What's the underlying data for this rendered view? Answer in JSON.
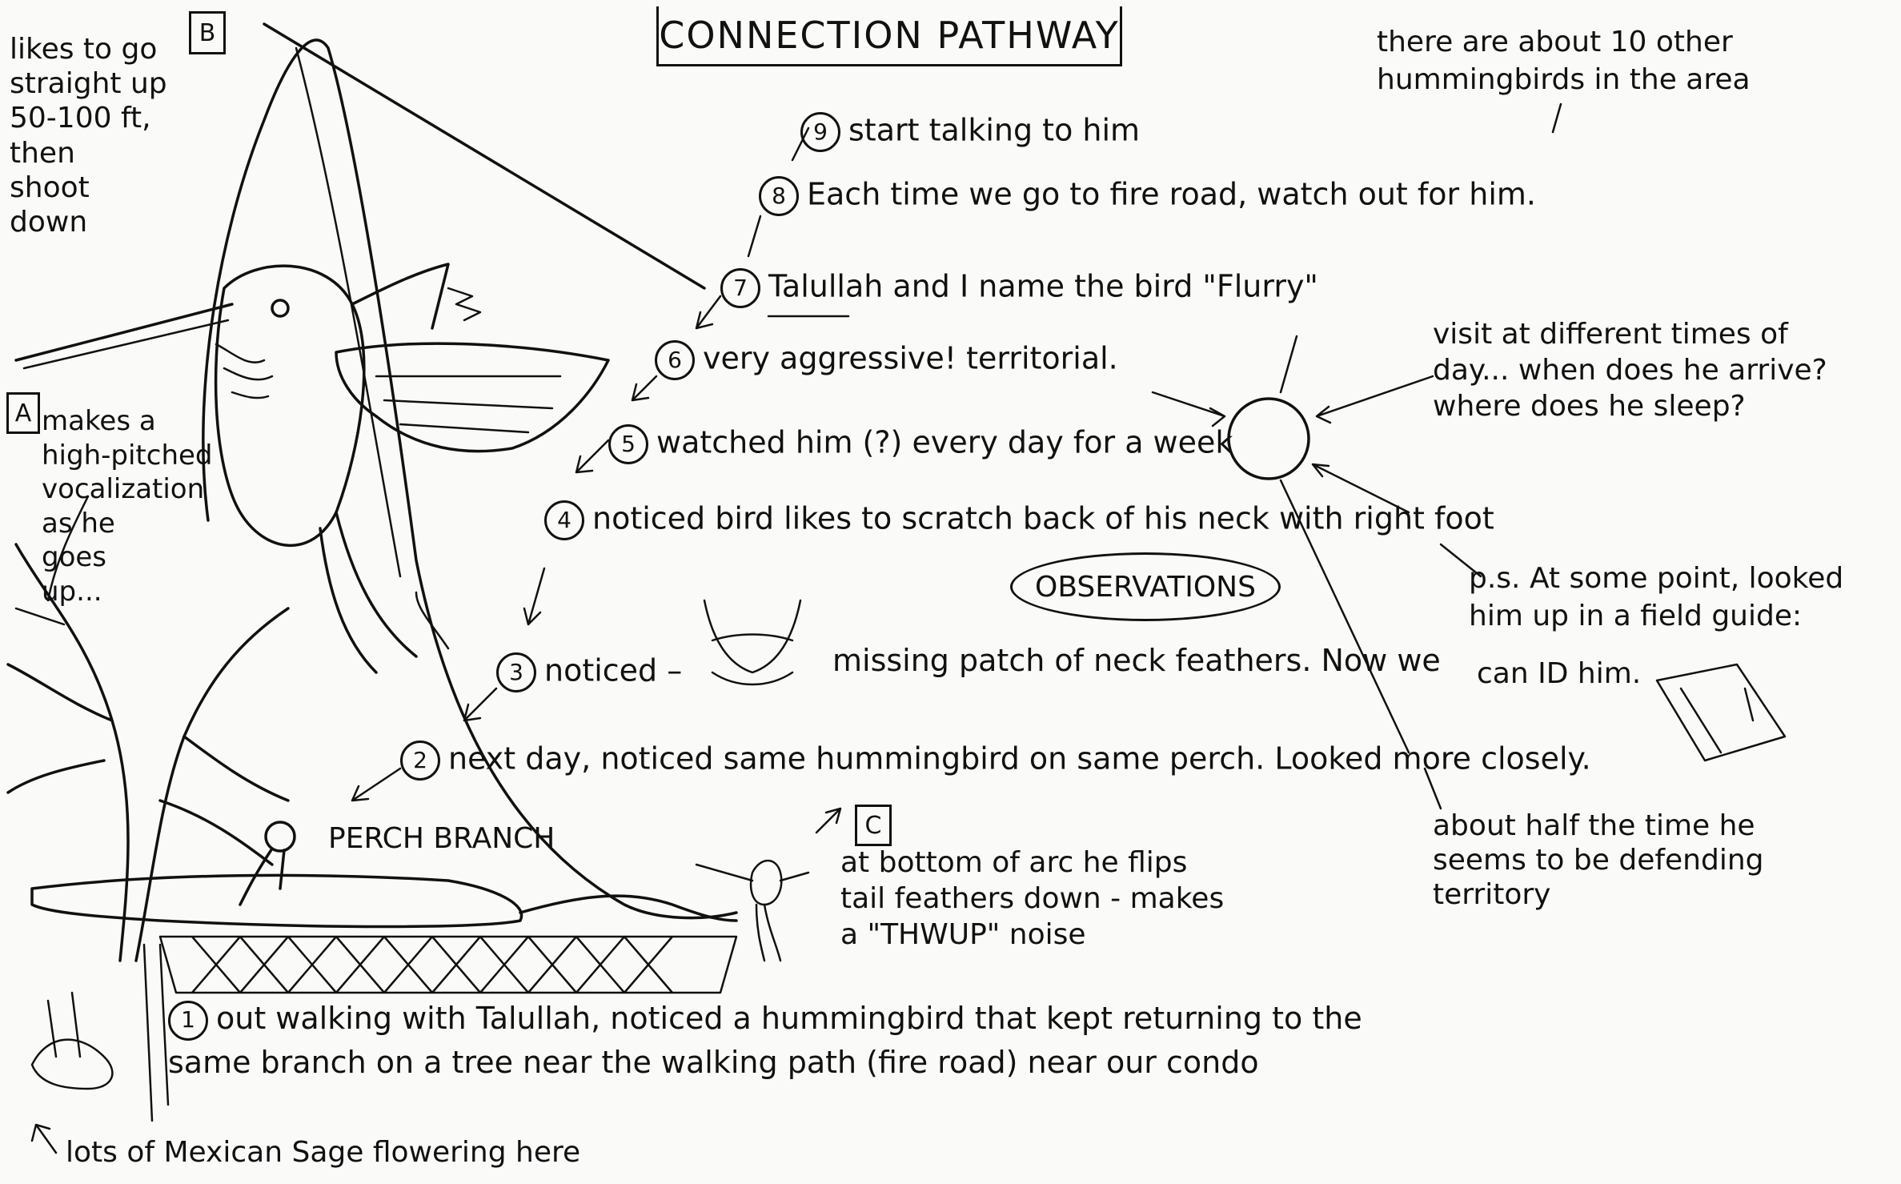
{
  "title": "CONNECTION PATHWAY",
  "observations_label": "OBSERVATIONS",
  "marker_a": "A",
  "marker_b": "B",
  "marker_c": "C",
  "perch_label": "PERCH BRANCH",
  "steps": [
    {
      "num": "1",
      "text": "out walking with Talullah, noticed a hummingbird that kept returning to the\nsame branch on a tree near the walking path (fire road) near our condo"
    },
    {
      "num": "2",
      "text": "next day, noticed same hummingbird on same perch. Looked more closely."
    },
    {
      "num": "3",
      "text": "noticed –",
      "text2": "missing patch of neck feathers. Now we"
    },
    {
      "num": "4",
      "text": "noticed bird likes to scratch back of his neck with right foot"
    },
    {
      "num": "5",
      "text": "watched him (?) every day for a week"
    },
    {
      "num": "6",
      "text": "very aggressive! territorial."
    },
    {
      "num": "7",
      "text": "Talullah and I name the bird \"Flurry\""
    },
    {
      "num": "8",
      "text": "Each time we go to fire road, watch out for him."
    },
    {
      "num": "9",
      "text": "start talking to him"
    }
  ],
  "notes": {
    "other_birds": "there are about 10 other\nhummingbirds in the area",
    "visit": "visit at different times of\nday... when does he arrive?\nwhere does he sleep?",
    "ps": "p.s. At some point, looked\nhim up in a field guide:",
    "id_him": "can ID him.",
    "half_time": "about half the time he\nseems to be defending\nterritory",
    "flight": "likes to go\nstraight up\n50-100 ft,\nthen\nshoot\ndown",
    "vocal": "makes a\nhigh-pitched\nvocalization\nas he\ngoes\nup...",
    "tail": "at bottom of arc he flips\ntail feathers down - makes\na \"THWUP\" noise",
    "sage": "lots of Mexican Sage flowering here"
  }
}
